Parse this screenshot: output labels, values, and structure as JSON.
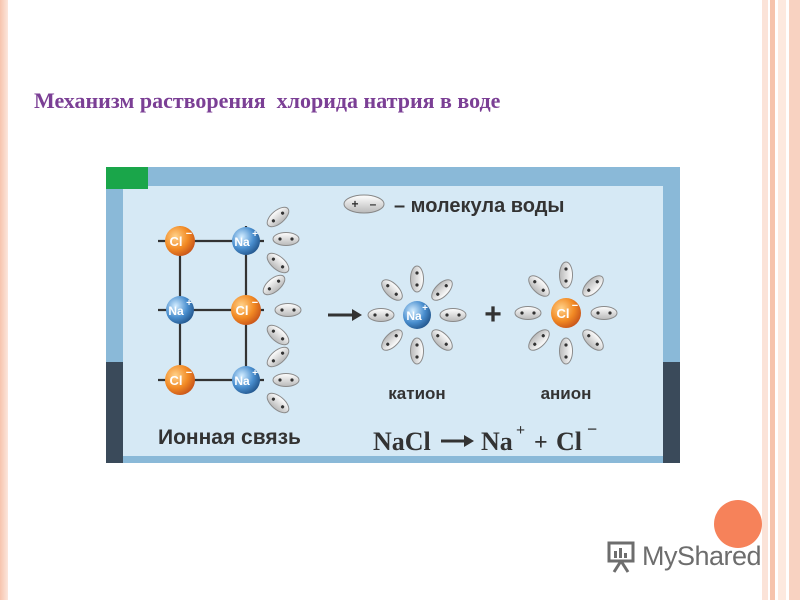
{
  "title": "Механизм растворения  хлорида натрия в воде",
  "diagram": {
    "legend_symbol_plus": "+",
    "legend_symbol_minus": "–",
    "legend_text": "– молекула воды",
    "ions": {
      "na": "Na",
      "cl": "Cl",
      "plus": "+",
      "minus": "−"
    },
    "lattice_label": "Ионная связь",
    "plus_sign": "+",
    "cation_label": "катион",
    "anion_label": "анион",
    "equation": {
      "nacl": "NaCl",
      "na": "Na",
      "plus_sup": "+",
      "plus": "+",
      "cl": "Cl",
      "minus_sup": "−"
    },
    "colors": {
      "panel": "#d6e9f5",
      "border": "#8ab9d8",
      "cl_ion": "#f28a24",
      "na_ion": "#4a8fcf",
      "lattice": "#333333",
      "accent": "#1aa64a"
    }
  },
  "logo": {
    "text": "MyShared",
    "color": "#f6825a"
  }
}
